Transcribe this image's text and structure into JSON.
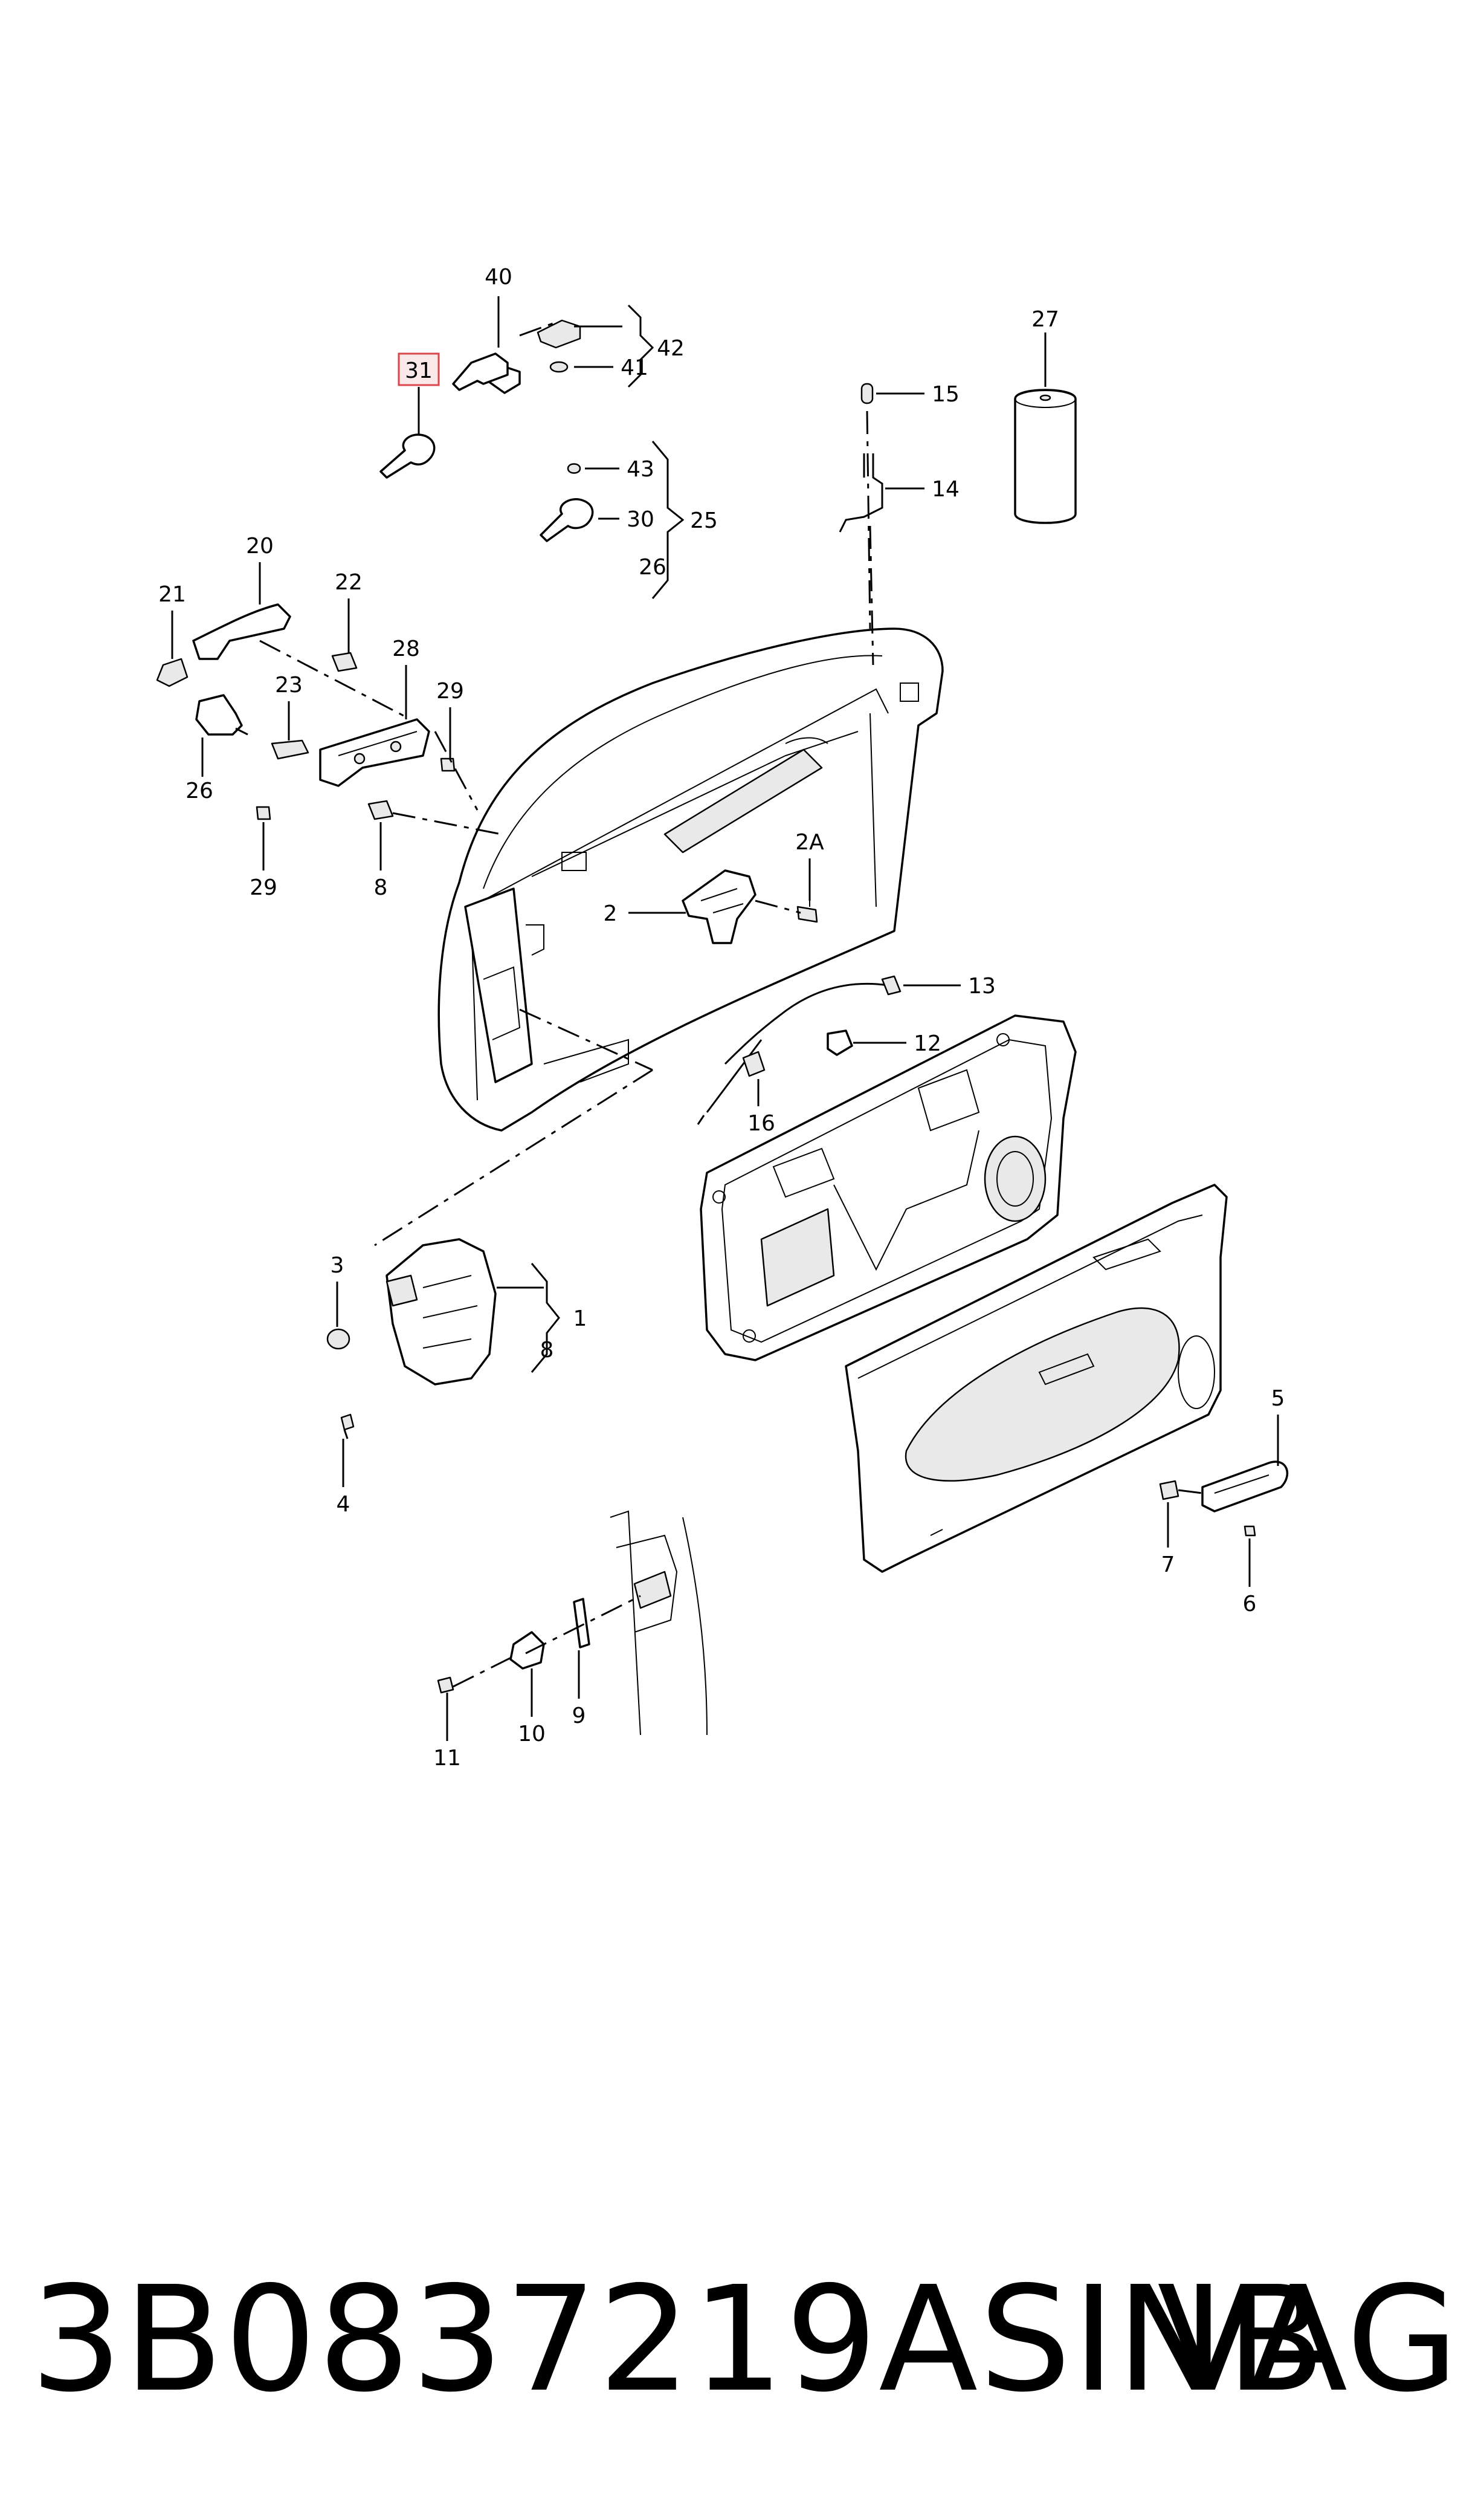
{
  "callouts": [
    {
      "id": "c40",
      "text": "40"
    },
    {
      "id": "c42",
      "text": "42"
    },
    {
      "id": "c41",
      "text": "41"
    },
    {
      "id": "c31",
      "text": "31"
    },
    {
      "id": "c27",
      "text": "27"
    },
    {
      "id": "c15",
      "text": "15"
    },
    {
      "id": "c14",
      "text": "14"
    },
    {
      "id": "c43",
      "text": "43"
    },
    {
      "id": "c30",
      "text": "30"
    },
    {
      "id": "c25",
      "text": "25"
    },
    {
      "id": "c26a",
      "text": "26"
    },
    {
      "id": "c20",
      "text": "20"
    },
    {
      "id": "c21",
      "text": "21"
    },
    {
      "id": "c22",
      "text": "22"
    },
    {
      "id": "c28",
      "text": "28"
    },
    {
      "id": "c23",
      "text": "23"
    },
    {
      "id": "c29a",
      "text": "29"
    },
    {
      "id": "c26b",
      "text": "26"
    },
    {
      "id": "c29b",
      "text": "29"
    },
    {
      "id": "c8a",
      "text": "8"
    },
    {
      "id": "c2A",
      "text": "2A"
    },
    {
      "id": "c2",
      "text": "2"
    },
    {
      "id": "c13",
      "text": "13"
    },
    {
      "id": "c12",
      "text": "12"
    },
    {
      "id": "c16",
      "text": "16"
    },
    {
      "id": "c3",
      "text": "3"
    },
    {
      "id": "c1",
      "text": "1"
    },
    {
      "id": "c8b",
      "text": "8"
    },
    {
      "id": "c4",
      "text": "4"
    },
    {
      "id": "c5",
      "text": "5"
    },
    {
      "id": "c7",
      "text": "7"
    },
    {
      "id": "c6",
      "text": "6"
    },
    {
      "id": "c9",
      "text": "9"
    },
    {
      "id": "c10",
      "text": "10"
    },
    {
      "id": "c11",
      "text": "11"
    }
  ],
  "highlighted_callout": "31",
  "colors": {
    "highlight_border": "#d9464b",
    "highlight_fill": "#fbe9ea",
    "line": "#000000"
  },
  "footer": {
    "part_number": "3B0837219ASINB",
    "brand": "VAG"
  }
}
